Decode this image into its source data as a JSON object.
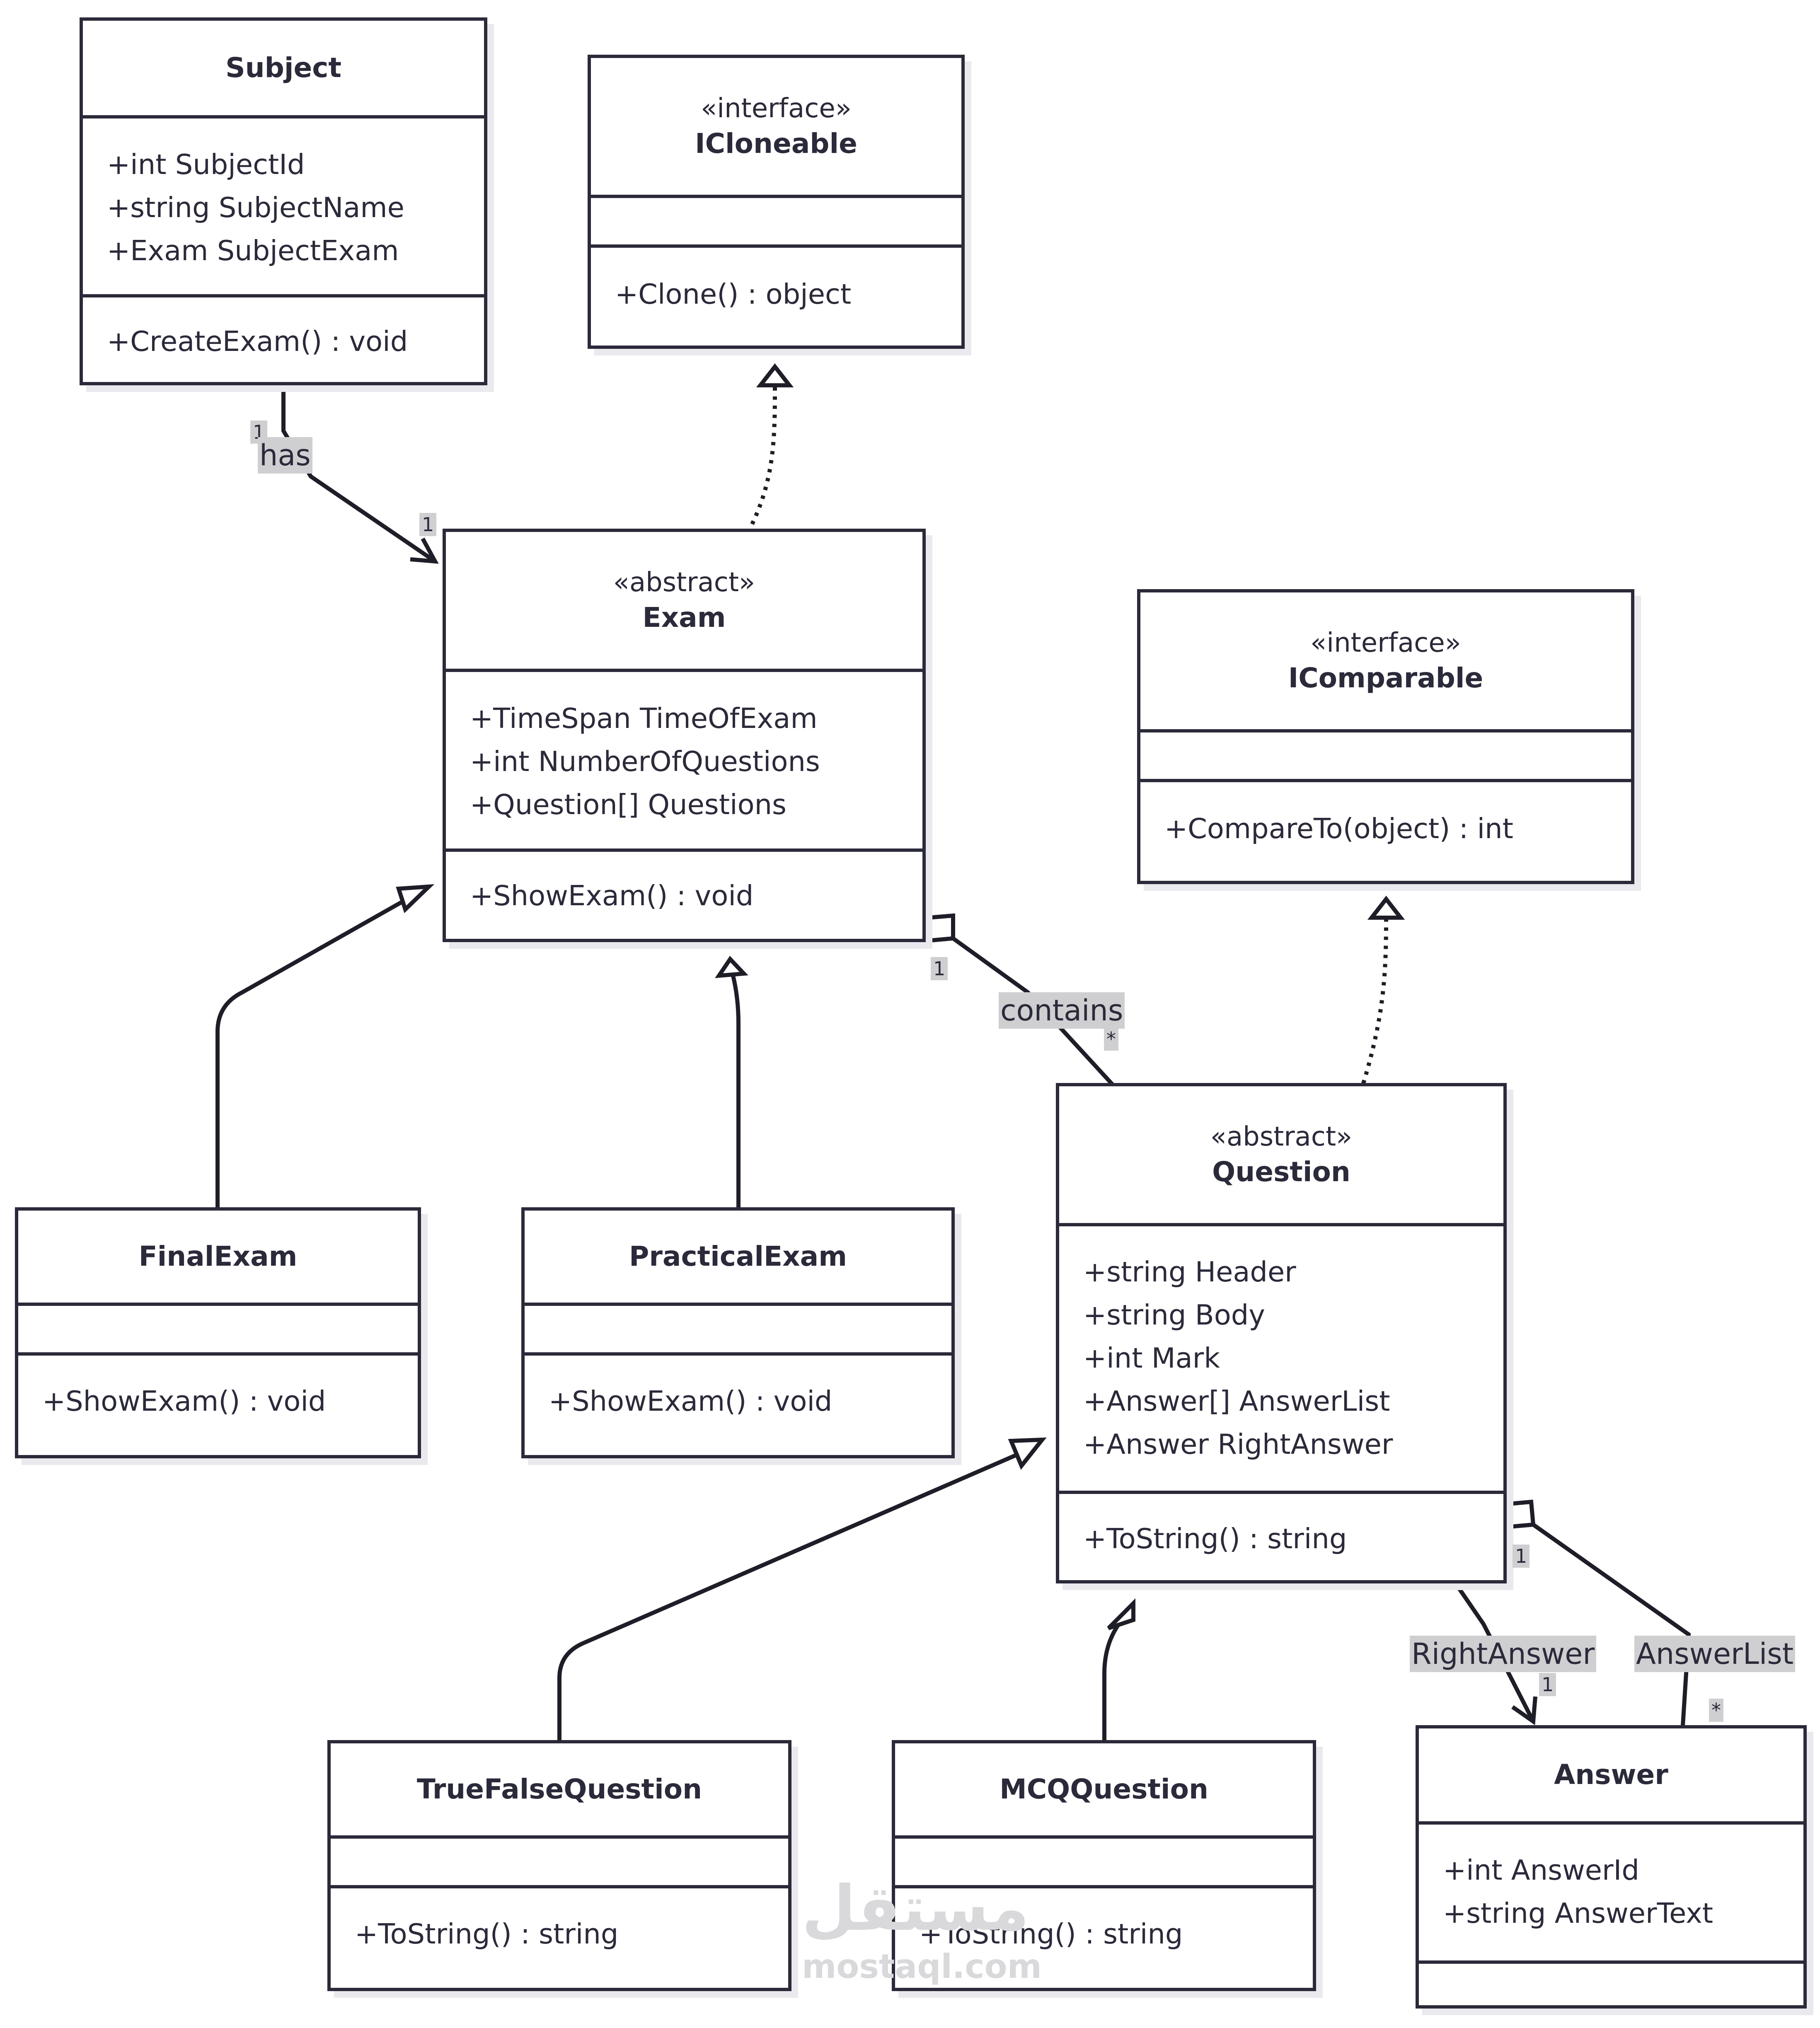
{
  "classes": {
    "subject": {
      "stereotype": "",
      "name": "Subject",
      "attributes": [
        "+int SubjectId",
        "+string SubjectName",
        "+Exam SubjectExam"
      ],
      "methods": [
        "+CreateExam() : void"
      ]
    },
    "icloneable": {
      "stereotype": "«interface»",
      "name": "ICloneable",
      "attributes": [],
      "methods": [
        "+Clone() : object"
      ]
    },
    "exam": {
      "stereotype": "«abstract»",
      "name": "Exam",
      "attributes": [
        "+TimeSpan TimeOfExam",
        "+int NumberOfQuestions",
        "+Question[] Questions"
      ],
      "methods": [
        "+ShowExam() : void"
      ]
    },
    "icomparable": {
      "stereotype": "«interface»",
      "name": "IComparable",
      "attributes": [],
      "methods": [
        "+CompareTo(object) : int"
      ]
    },
    "finalexam": {
      "stereotype": "",
      "name": "FinalExam",
      "attributes": [],
      "methods": [
        "+ShowExam() : void"
      ]
    },
    "practicalexam": {
      "stereotype": "",
      "name": "PracticalExam",
      "attributes": [],
      "methods": [
        "+ShowExam() : void"
      ]
    },
    "question": {
      "stereotype": "«abstract»",
      "name": "Question",
      "attributes": [
        "+string Header",
        "+string Body",
        "+int Mark",
        "+Answer[] AnswerList",
        "+Answer RightAnswer"
      ],
      "methods": [
        "+ToString() : string"
      ]
    },
    "truefalse": {
      "stereotype": "",
      "name": "TrueFalseQuestion",
      "attributes": [],
      "methods": [
        "+ToString() : string"
      ]
    },
    "mcq": {
      "stereotype": "",
      "name": "MCQQuestion",
      "attributes": [],
      "methods": [
        "+ToString() : string"
      ]
    },
    "answer": {
      "stereotype": "",
      "name": "Answer",
      "attributes": [
        "+int AnswerId",
        "+string AnswerText"
      ],
      "methods": []
    }
  },
  "relations": {
    "has": {
      "label": "has",
      "from_mult": "1",
      "to_mult": "1"
    },
    "contains": {
      "label": "contains",
      "from_mult": "1",
      "to_mult": "*"
    },
    "right_answer": {
      "label": "RightAnswer",
      "to_mult": "1"
    },
    "answer_list": {
      "label": "AnswerList",
      "from_mult": "1",
      "to_mult": "*"
    }
  },
  "watermark": {
    "logo_text": "مستقل",
    "url_text": "mostaql.com"
  },
  "colors": {
    "line": "#2a2a3a",
    "label_bg": "#cfcfd2",
    "shadow": "#e9e9ee",
    "watermark": "#d9d9dc"
  }
}
